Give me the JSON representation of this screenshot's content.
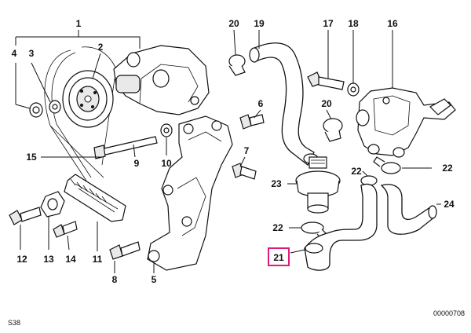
{
  "callouts": {
    "c1": "1",
    "c2": "2",
    "c3": "3",
    "c4": "4",
    "c5": "5",
    "c6": "6",
    "c7": "7",
    "c8": "8",
    "c9": "9",
    "c10": "10",
    "c11": "11",
    "c12": "12",
    "c13": "13",
    "c14": "14",
    "c15": "15",
    "c16": "16",
    "c17": "17",
    "c18": "18",
    "c19": "19",
    "c20a": "20",
    "c20b": "20",
    "c21": "21",
    "c22a": "22",
    "c22b": "22",
    "c23": "23",
    "c24": "24"
  },
  "footer": {
    "left_code": "S38",
    "right_code": "00000708"
  },
  "highlight_color": "#e0197d"
}
